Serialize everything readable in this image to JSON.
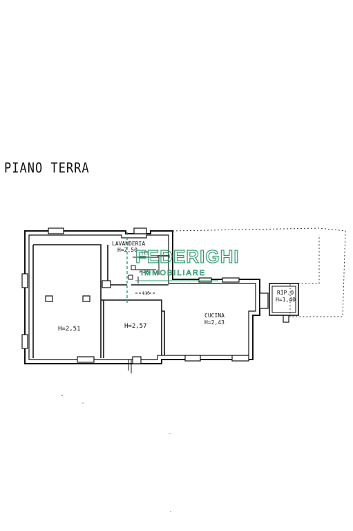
{
  "plan": {
    "title": "PIANO TERRA",
    "watermark": {
      "brand": "FEDERIGHI",
      "subtitle": "IMMOBILIARE",
      "color": "#2e9a6e"
    },
    "rooms": [
      {
        "name": "",
        "height": "H=2,51"
      },
      {
        "name": "",
        "height": "H=2,57"
      },
      {
        "name": "CUCINA",
        "height": "H=2,43"
      },
      {
        "name": "LAVANDERIA",
        "height": "H=2,50"
      },
      {
        "name": "RIP.",
        "height": ""
      },
      {
        "name": "RIP.O",
        "height": "H=1,40"
      }
    ],
    "dimensions": [
      "115",
      "115"
    ]
  }
}
